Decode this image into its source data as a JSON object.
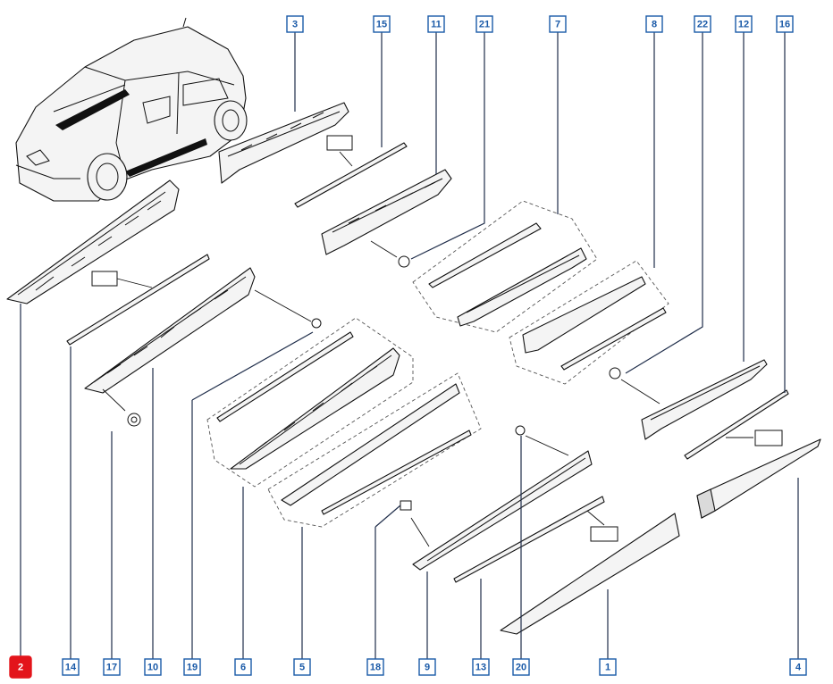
{
  "diagram": {
    "highlight_color": "#e3141b",
    "callout_color": "#1a5aa8",
    "callouts_top": [
      "3",
      "15",
      "11",
      "21",
      "7",
      "8",
      "22",
      "12",
      "16"
    ],
    "callouts_bottom": [
      "2",
      "14",
      "17",
      "10",
      "19",
      "6",
      "5",
      "18",
      "9",
      "13",
      "20",
      "1",
      "4"
    ],
    "selected_callout": "2",
    "vehicle_illustration": "car-icon"
  }
}
